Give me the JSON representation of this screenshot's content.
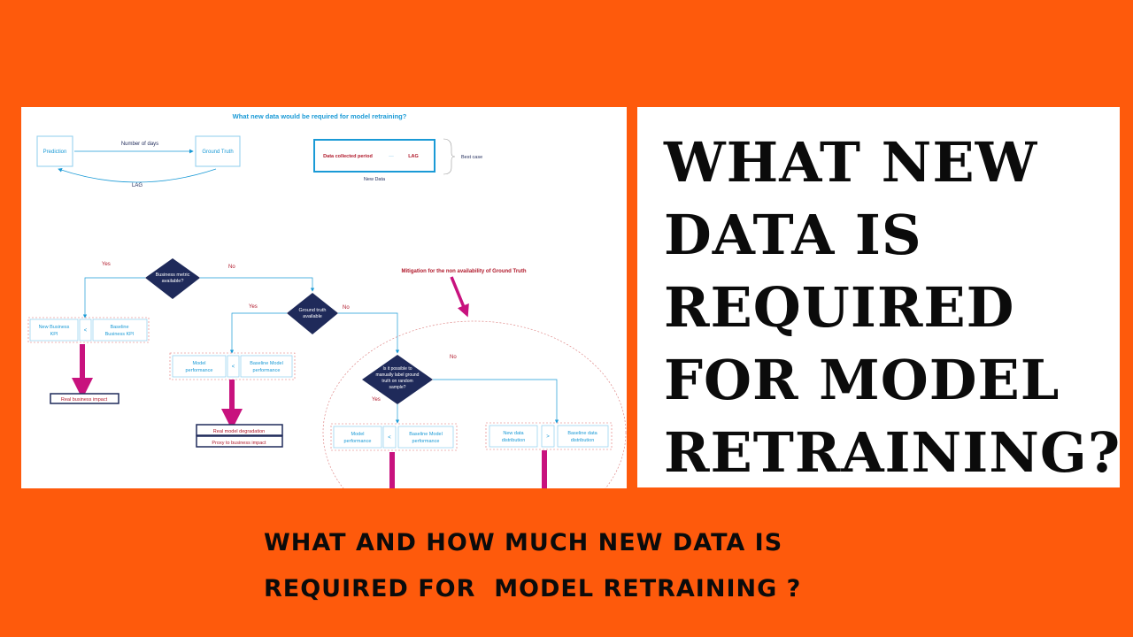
{
  "diagram": {
    "title": "What new data would be required for model retraining?",
    "lag_section": {
      "prediction": "Prediction",
      "ground_truth": "Ground Truth",
      "number_of_days": "Number of days",
      "lag": "LAG"
    },
    "new_data_section": {
      "data_collected_period": "Data collected period",
      "operator": "—",
      "lag": "LAG",
      "best_case": "Best case",
      "new_data": "New Data"
    },
    "decision_business": {
      "line1": "Business metric",
      "line2": "available?"
    },
    "yes_1": "Yes",
    "no_1": "No",
    "decision_ground_truth": {
      "line1": "Ground truth",
      "line2": "available"
    },
    "yes_2": "Yes",
    "no_2": "No",
    "mitigation": "Mitigation for the non availability of Ground Truth",
    "kpi_box": {
      "left1": "New Business",
      "left2": "KPI",
      "op": "<",
      "right1": "Baseline",
      "right2": "Business KPI"
    },
    "real_business_impact": "Real business impact",
    "perf_box": {
      "left1": "Model",
      "left2": "performance",
      "op": "<",
      "right1": "Baseline Model",
      "right2": "performance"
    },
    "real_model_degradation": "Real model degradation",
    "proxy_business_impact": "Proxy to business impact",
    "decision_label": {
      "line1": "Is it possible to",
      "line2": "manually label ground",
      "line3": "truth on random",
      "line4": "sample?"
    },
    "yes_3": "Yes",
    "no_3": "No",
    "perf_box_2": {
      "left1": "Model",
      "left2": "performance",
      "op": "<",
      "right1": "Baseline Model",
      "right2": "performance"
    },
    "dist_box": {
      "left1": "New data",
      "left2": "distribution",
      "op": ">",
      "right1": "Baseline data",
      "right2": "distribution"
    }
  },
  "big_title_lines": [
    "WHAT NEW",
    "DATA IS",
    "REQUIRED",
    "FOR MODEL",
    "RETRAINING?"
  ],
  "caption_lines": [
    "WHAT AND HOW MUCH NEW DATA IS",
    "REQUIRED FOR  MODEL RETRAINING ?"
  ],
  "colors": {
    "background": "#fe5a0c",
    "diagram_blue": "#1a9ad6",
    "navy": "#1f2a5a",
    "magenta": "#c8127e",
    "dark_red": "#b0182a"
  }
}
